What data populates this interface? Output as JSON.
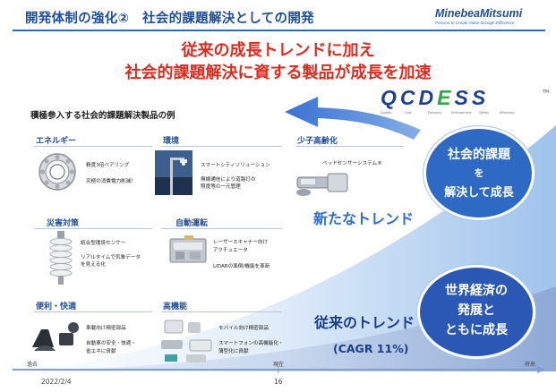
{
  "header": {
    "title": "開発体制の強化②　社会的課題解決としての開発",
    "logo_name": "MinebeaMitsumi",
    "logo_tagline": "Passion to Create Value through Difference"
  },
  "headline": {
    "line1": "従来の成長トレンドに加え",
    "line2": "社会的課題解決に資する製品が成長を加速"
  },
  "qcdess": {
    "letters": [
      "Q",
      "C",
      "D",
      "E",
      "S",
      "S"
    ],
    "tm": "TM",
    "sub": [
      "Quality",
      "Cost",
      "Delivery",
      "Environment",
      "Safety",
      "Efficiency"
    ]
  },
  "examples_title": "積極参入する社会的課題解決製品の例",
  "categories": {
    "energy": {
      "title": "エネルギー",
      "label": "精度3倍ベアリング",
      "desc": [
        "究極の消費電力削減！"
      ]
    },
    "environment": {
      "title": "環境",
      "label": "スマートシティソリューション",
      "desc": [
        "無線通信により道路灯の",
        "照度等の一元管理"
      ]
    },
    "aging": {
      "title": "少子高齢化",
      "label": "ベッドセンサーシステム®"
    },
    "disaster": {
      "title": "災害対策",
      "label": "統合型環境センサー",
      "desc": [
        "リアルタイムで気象データ",
        "を見える化"
      ]
    },
    "autonomous": {
      "title": "自動運転",
      "label": [
        "レーザースキャナー向け",
        "アクチュエータ"
      ],
      "desc": [
        "LIDARの面倒/機能を革新"
      ]
    },
    "convenience": {
      "title": "便利・快適",
      "label": "車載向け精密部品",
      "desc": [
        "自動車の安全・快適・",
        "省エネに貢献"
      ]
    },
    "high_function": {
      "title": "高機能",
      "label": "モバイル向け精密部品",
      "desc": [
        "スマートフォンの高機能化・",
        "薄型化に貢献"
      ]
    }
  },
  "circles": {
    "top": [
      "社会的課題",
      "を",
      "解決して成長"
    ],
    "bottom": [
      "世界経済の",
      "発展と",
      "ともに成長"
    ]
  },
  "trends": {
    "new": "新たなトレンド",
    "old": "従来のトレンド",
    "cagr": "(CAGR 11%)"
  },
  "timeline": {
    "past": "過去",
    "present": "現在",
    "future": "将来"
  },
  "footer": {
    "date": "2022/2/4",
    "page": "16"
  },
  "colors": {
    "title_blue": "#1f4e9a",
    "headline_red": "#e02a1f",
    "circle_blue": "#2e69c4",
    "qcdess_green": "#2fa84a"
  }
}
